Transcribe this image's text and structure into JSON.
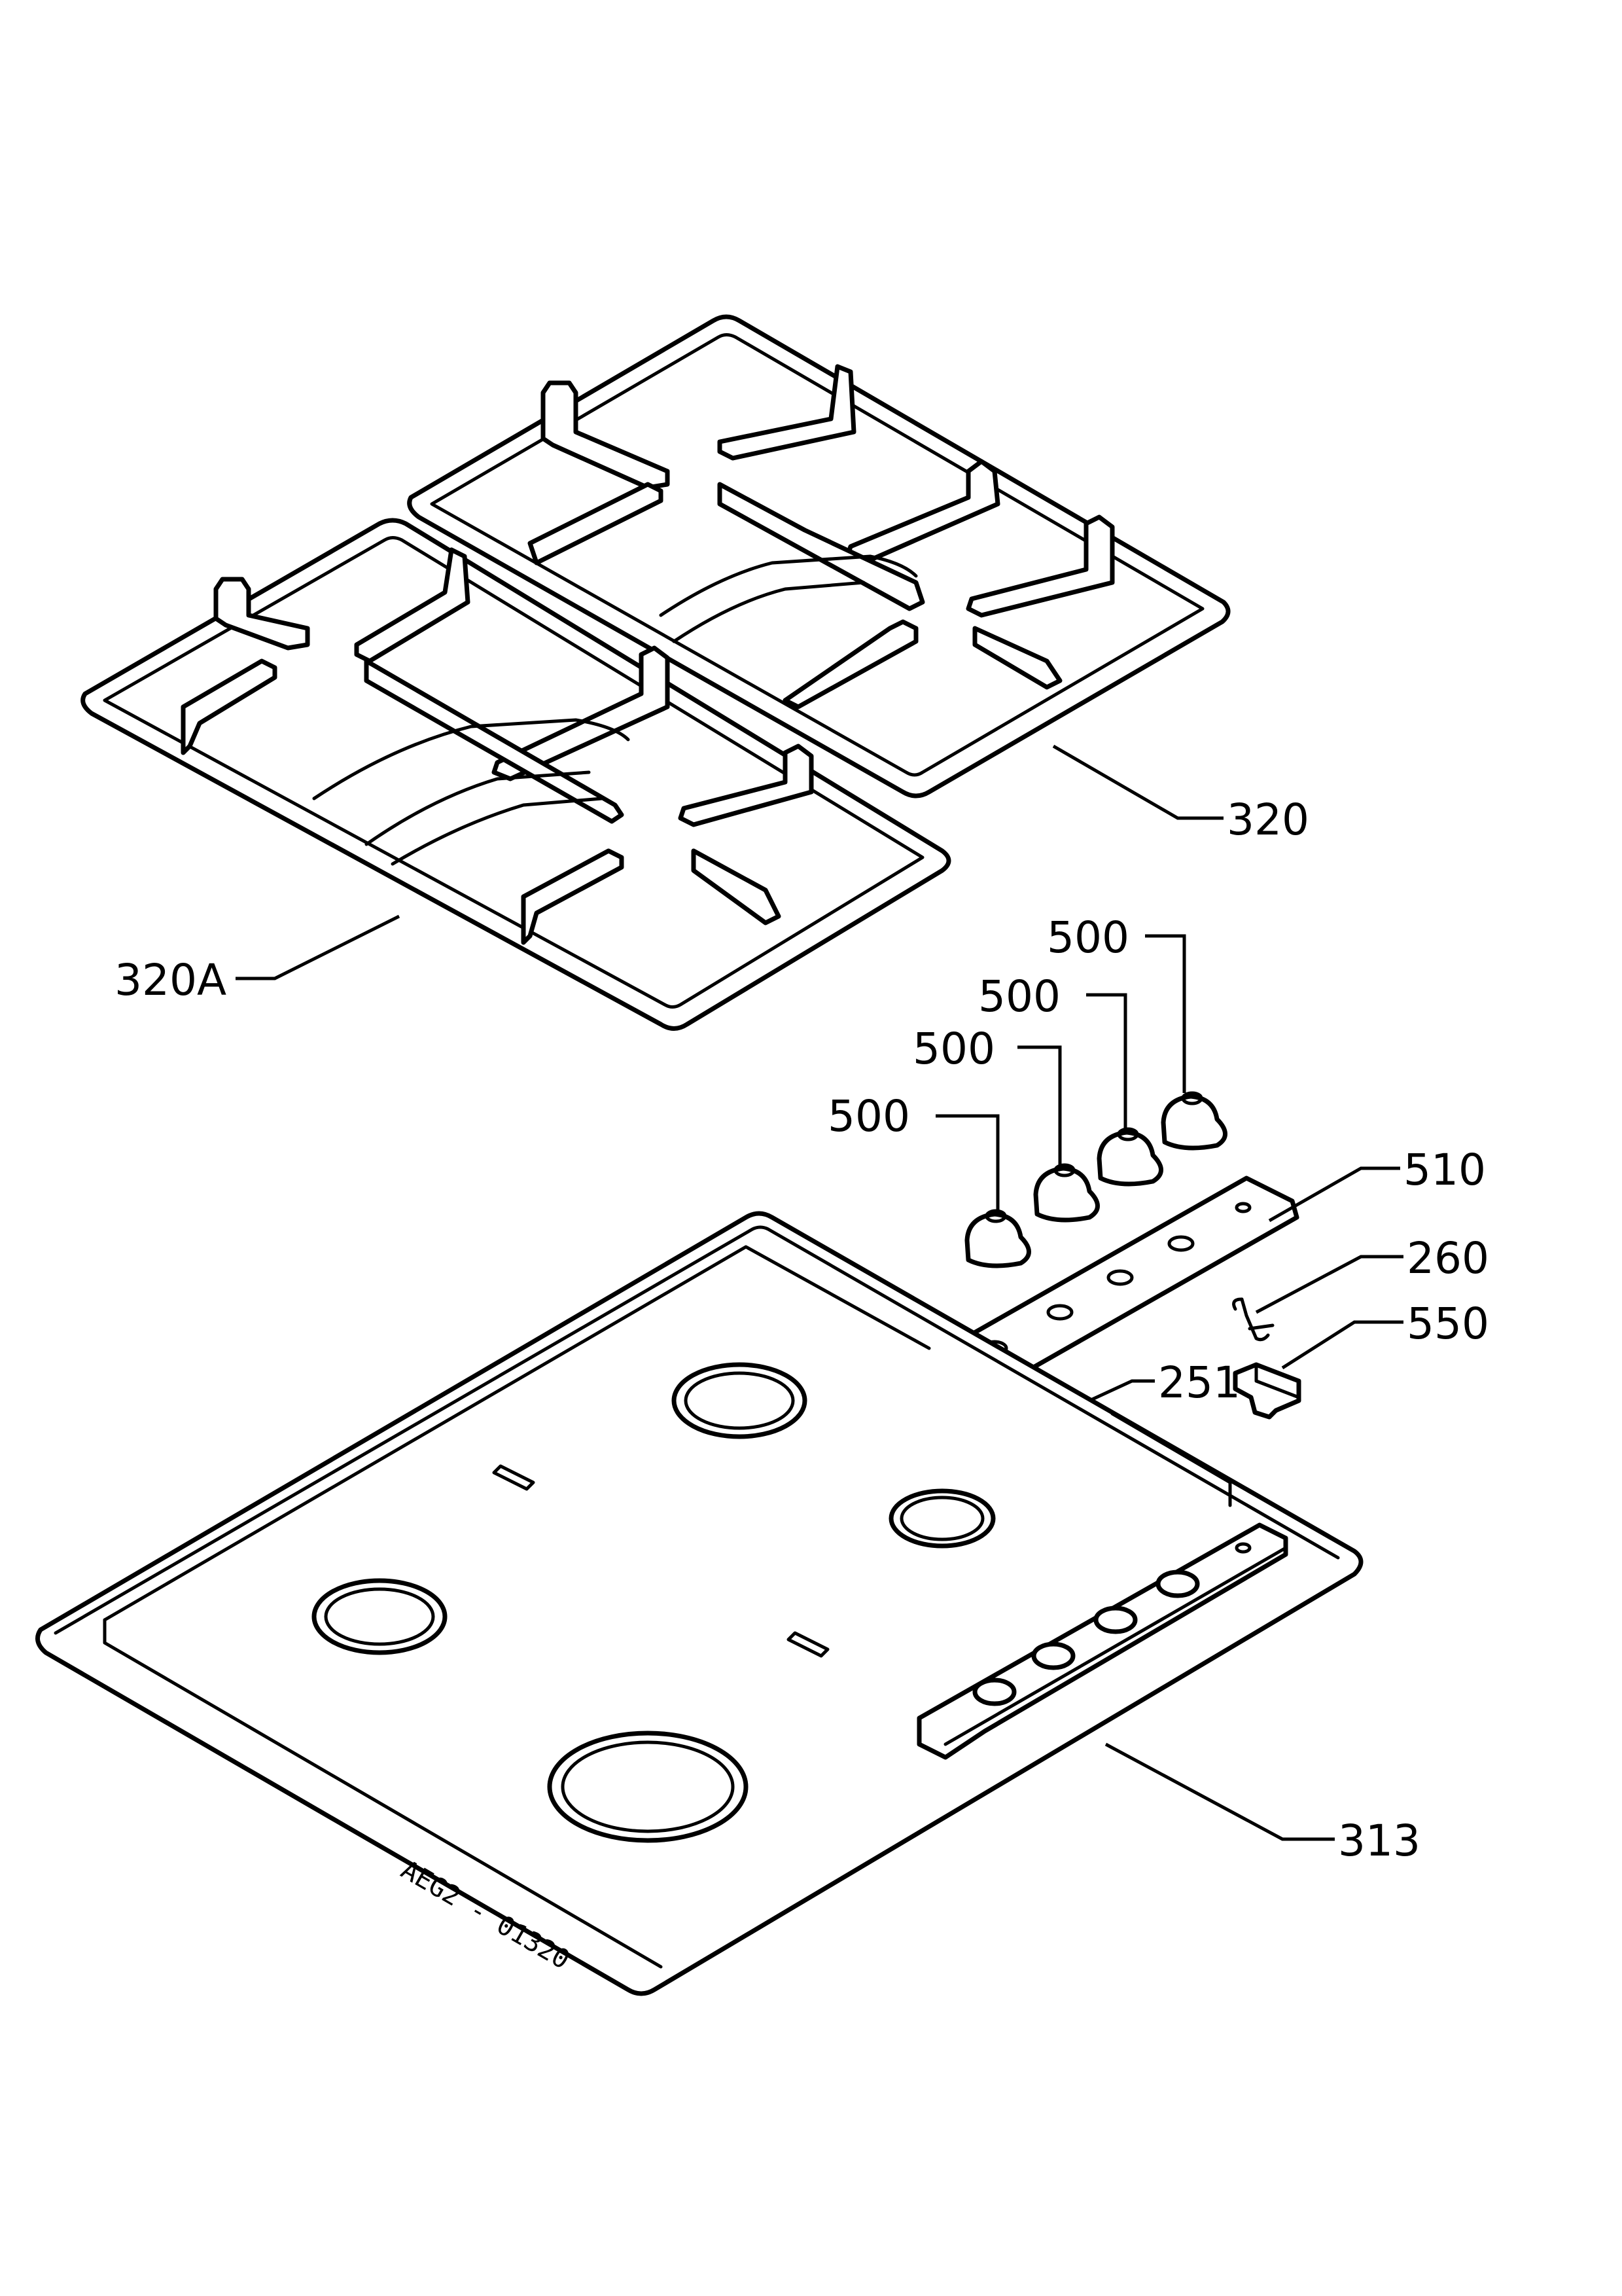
{
  "drawing_number": "AEG2 - 01320",
  "callouts": {
    "grid_right": "320",
    "grid_left": "320A",
    "knob_1": "500",
    "knob_2": "500",
    "knob_3": "500",
    "knob_4": "500",
    "control_panel": "510",
    "thermocouple_clip": "260",
    "ignition_switch": "550",
    "knob_ring": "251",
    "hob_top": "313"
  },
  "colors": {
    "line": "#000000",
    "background": "#ffffff"
  }
}
